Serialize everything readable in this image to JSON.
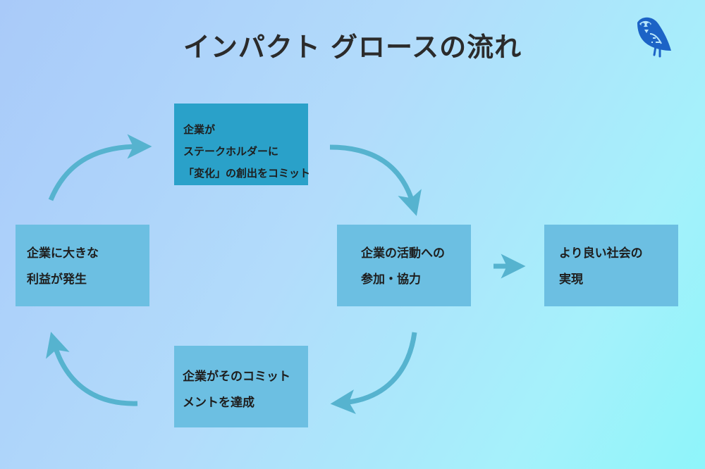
{
  "title": "インパクト グロースの流れ",
  "nodes": {
    "top": {
      "lines": [
        "企業が",
        "ステークホルダーに",
        "「変化」の創出をコミット"
      ],
      "color": "#2aa1c9"
    },
    "left": {
      "lines": [
        "企業に大きな",
        "利益が発生"
      ],
      "color": "#6cbfe2"
    },
    "mid": {
      "lines": [
        "企業の活動への",
        "参加・協力"
      ],
      "color": "#6cbfe2"
    },
    "right": {
      "lines": [
        "より良い社会の",
        "実現"
      ],
      "color": "#6cbfe2"
    },
    "bottom": {
      "lines": [
        "企業がそのコミット",
        "メントを達成"
      ],
      "color": "#6cbfe2"
    }
  },
  "colors": {
    "arrow": "#56b3cf",
    "logo": "#1c63c6"
  },
  "logo": {
    "icon": "owl-icon"
  }
}
